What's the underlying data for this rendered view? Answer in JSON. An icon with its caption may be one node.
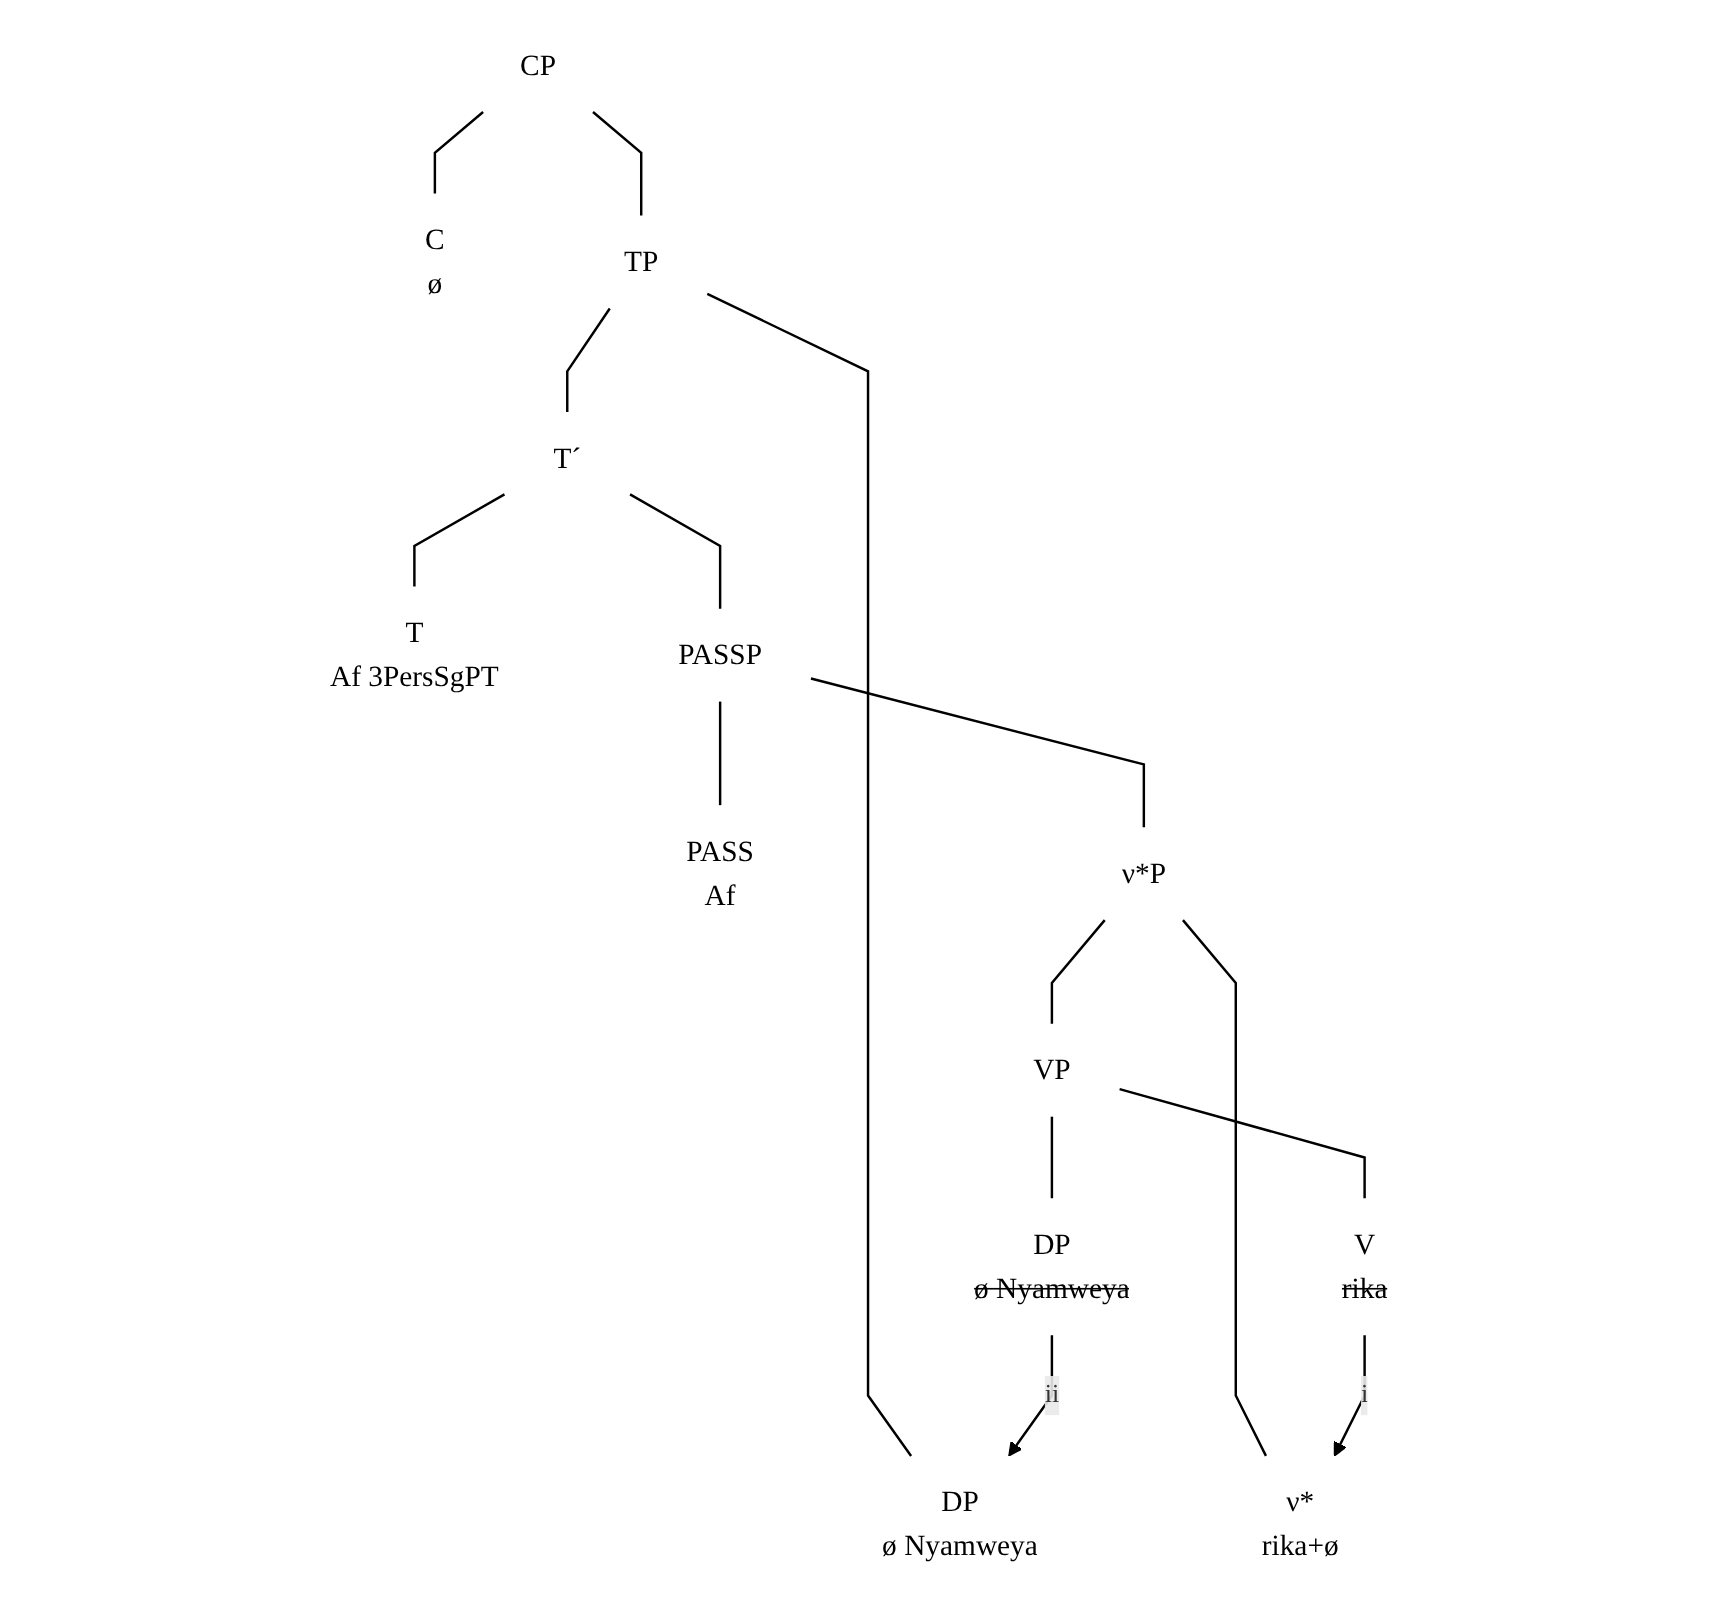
{
  "diagram": {
    "nodes": [
      {
        "text": [
          "CP"
        ]
      },
      {
        "text": [
          "C",
          "ø"
        ]
      },
      {
        "text": [
          "TP"
        ]
      },
      {
        "text": [
          "DP",
          "ø Nyamweya"
        ]
      },
      {
        "text": [
          "T´"
        ]
      },
      {
        "text": [
          "T",
          "Af 3PersSgPT"
        ]
      },
      {
        "text": [
          "PASSP"
        ]
      },
      {
        "text": [
          "PASS",
          "Af"
        ]
      },
      {
        "text": [
          "ν*P"
        ]
      },
      {
        "text": [
          "ν*",
          "rika+ø"
        ]
      },
      {
        "text": [
          "VP"
        ]
      },
      {
        "text": [
          "V",
          "rika"
        ]
      },
      {
        "text": [
          "DP",
          "ø Nyamweya"
        ]
      }
    ],
    "edges": [
      {
        "from": 0,
        "to": 1,
        "arrow": "none"
      },
      {
        "from": 0,
        "to": 2,
        "arrow": "none"
      },
      {
        "from": 2,
        "to": 3,
        "arrow": "none"
      },
      {
        "from": 2,
        "to": 4,
        "arrow": "none"
      },
      {
        "from": 4,
        "to": 5,
        "arrow": "none"
      },
      {
        "from": 4,
        "to": 6,
        "arrow": "none"
      },
      {
        "from": 6,
        "to": 7,
        "arrow": "none"
      },
      {
        "from": 6,
        "to": 8,
        "arrow": "none"
      },
      {
        "from": 8,
        "to": 9,
        "arrow": "none"
      },
      {
        "from": 8,
        "to": 10,
        "arrow": "none"
      },
      {
        "from": 10,
        "to": 11,
        "arrow": "none"
      },
      {
        "from": 10,
        "to": 12,
        "arrow": "none"
      },
      {
        "from": 11,
        "to": 9,
        "arrow": "to",
        "label": "i"
      },
      {
        "from": 12,
        "to": 3,
        "arrow": "to",
        "label": "ii"
      }
    ]
  }
}
